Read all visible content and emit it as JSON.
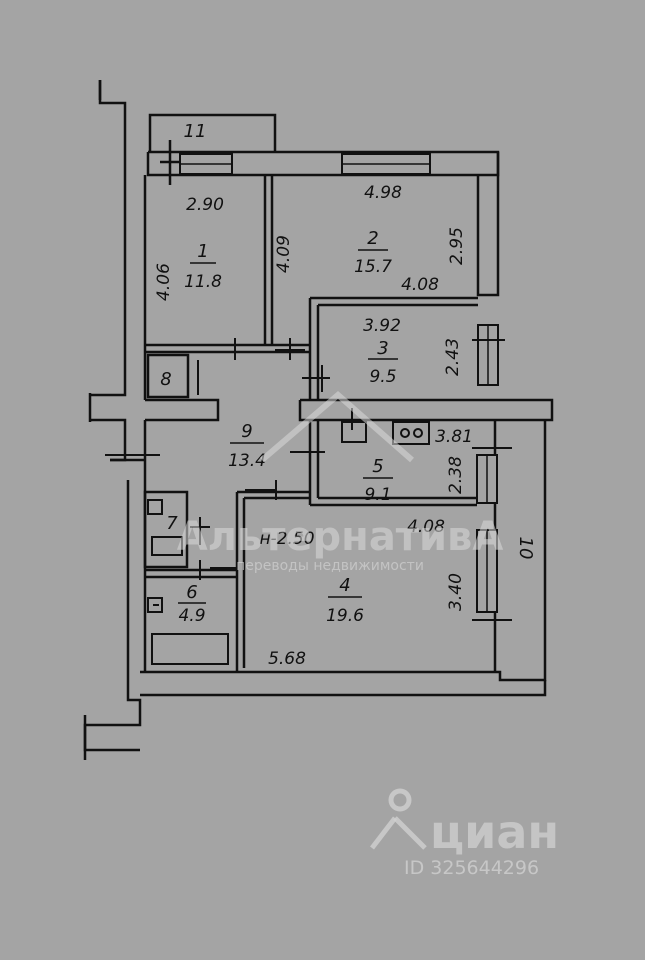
{
  "plan": {
    "ceiling_height": "н-2.50",
    "rooms": [
      {
        "num": "1",
        "area": "11.8"
      },
      {
        "num": "2",
        "area": "15.7"
      },
      {
        "num": "3",
        "area": "9.5"
      },
      {
        "num": "4",
        "area": "19.6"
      },
      {
        "num": "5",
        "area": "9.1"
      },
      {
        "num": "6",
        "area": "4.9"
      },
      {
        "num": "7",
        "area": ""
      },
      {
        "num": "8",
        "area": ""
      },
      {
        "num": "9",
        "area": "13.4"
      },
      {
        "num": "10",
        "area": ""
      },
      {
        "num": "11",
        "area": ""
      }
    ],
    "dimensions": {
      "r1_width": "2.90",
      "r1_height": "4.06",
      "r1_r2_wall": "4.09",
      "r2_width": "4.98",
      "r2_height": "2.95",
      "r2_bottom": "4.08",
      "r3_width": "3.92",
      "r3_height": "2.43",
      "r5_width": "3.81",
      "r5_height": "2.38",
      "r4_top": "4.08",
      "r4_height": "3.40",
      "r4_bottom": "5.68"
    }
  },
  "watermarks": {
    "agency_name": "АльтернативА",
    "agency_tagline": "переводы недвижимости",
    "cian_logo": "циан",
    "cian_id": "ID 325644296"
  },
  "colors": {
    "background": "#a4a4a4",
    "lines": "#111111"
  }
}
